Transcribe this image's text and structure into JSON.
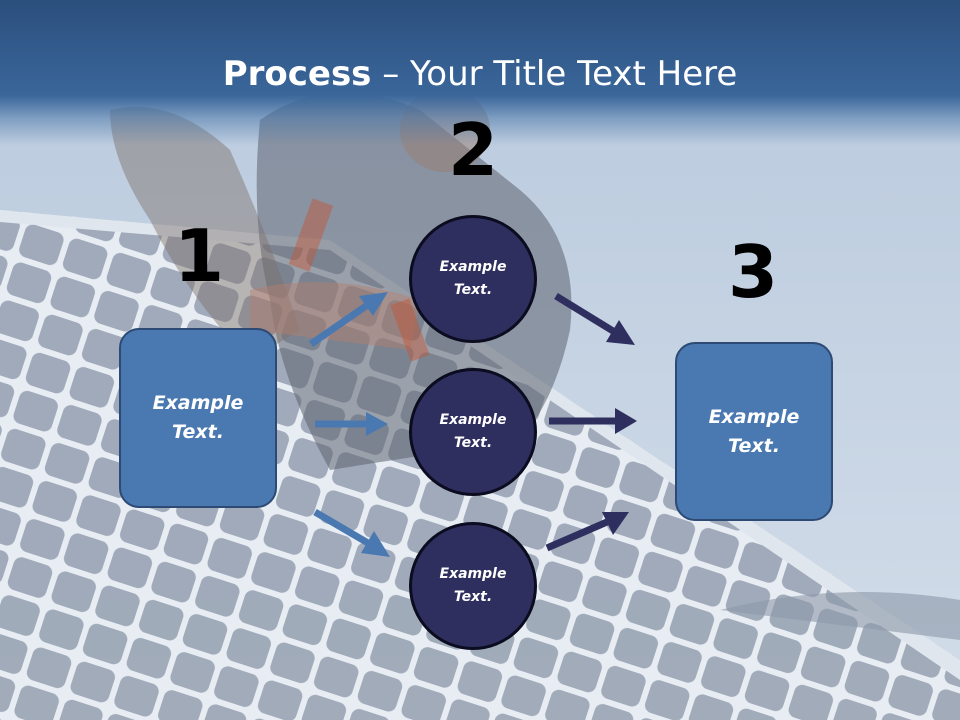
{
  "title": {
    "bold": "Process",
    "rest": " – Your Title Text Here"
  },
  "steps": [
    "1",
    "2",
    "3"
  ],
  "input_box": {
    "line1": "Example",
    "line2": "Text."
  },
  "circles": [
    {
      "line1": "Example",
      "line2": "Text."
    },
    {
      "line1": "Example",
      "line2": "Text."
    },
    {
      "line1": "Example",
      "line2": "Text."
    }
  ],
  "output_box": {
    "line1": "Example",
    "line2": "Text."
  },
  "colors": {
    "header": "#3a669a",
    "box_fill": "#4a78b0",
    "circle_fill": "#2e2f5f",
    "arrow_left": "#4a78b0",
    "arrow_right": "#2e2f5f"
  }
}
